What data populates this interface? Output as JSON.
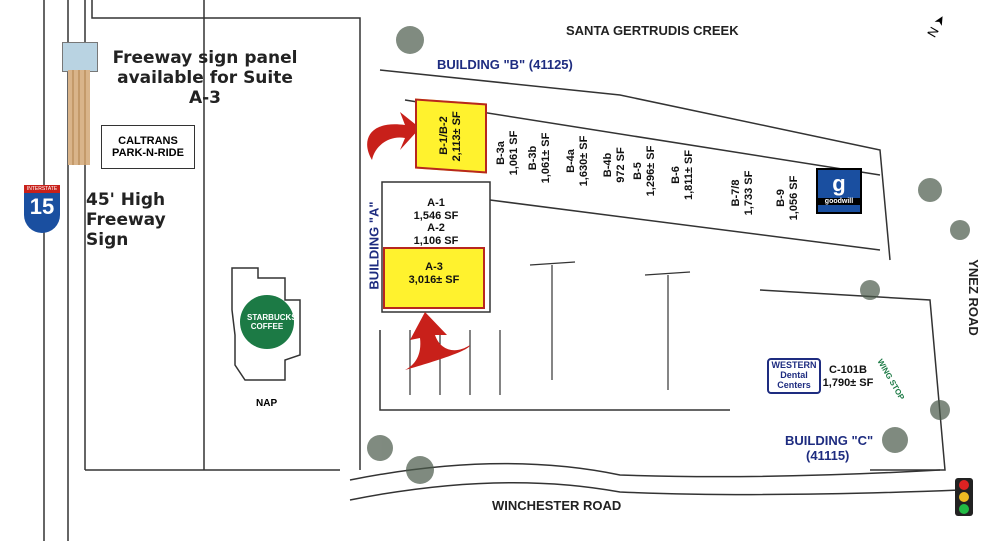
{
  "roads": {
    "north": "SANTA GERTRUDIS CREEK",
    "south": "WINCHESTER ROAD",
    "east": "YNEZ ROAD"
  },
  "freeway": {
    "shield_label": "INTERSTATE",
    "number": "15"
  },
  "callouts": {
    "sign_panel": "Freeway sign panel available for Suite A-3",
    "sign_height": "45' High Freeway Sign",
    "park_ride": "CALTRANS PARK-N-RIDE"
  },
  "building_a": {
    "label": "BUILDING \"A\"",
    "units": [
      {
        "id": "A-1",
        "area": "1,546 SF"
      },
      {
        "id": "A-2",
        "area": "1,106 SF"
      },
      {
        "id": "A-3",
        "area": "3,016± SF",
        "available": true
      }
    ]
  },
  "building_b": {
    "label": "BUILDING \"B\" (41125)",
    "units": [
      {
        "id": "B-1/B-2",
        "area": "2,113± SF",
        "available": true
      },
      {
        "id": "B-3a",
        "area": "1,061 SF"
      },
      {
        "id": "B-3b",
        "area": "1,061± SF"
      },
      {
        "id": "B-4a",
        "area": "1,630± SF"
      },
      {
        "id": "B-4b",
        "area": "972 SF"
      },
      {
        "id": "B-5",
        "area": "1,296± SF"
      },
      {
        "id": "B-6",
        "area": "1,811± SF"
      },
      {
        "id": "B-7/8",
        "area": "1,733 SF"
      },
      {
        "id": "B-9",
        "area": "1,056 SF"
      }
    ],
    "tenant": "goodwill"
  },
  "building_c": {
    "label": "BUILDING \"C\"",
    "address": "(41115)",
    "units": [
      {
        "id": "C-101B",
        "area": "1,790± SF"
      }
    ],
    "tenants": [
      "WESTERN Dental Centers",
      "WING STOP"
    ]
  },
  "pad": {
    "tenant": "STARBUCKS COFFEE",
    "label": "NAP"
  },
  "north_arrow": "N",
  "colors": {
    "available": "#fff22e",
    "arrow": "#c8201a",
    "building_label": "#1e2c80",
    "goodwill": "#1a4fa0",
    "starbucks": "#1c7a45"
  }
}
